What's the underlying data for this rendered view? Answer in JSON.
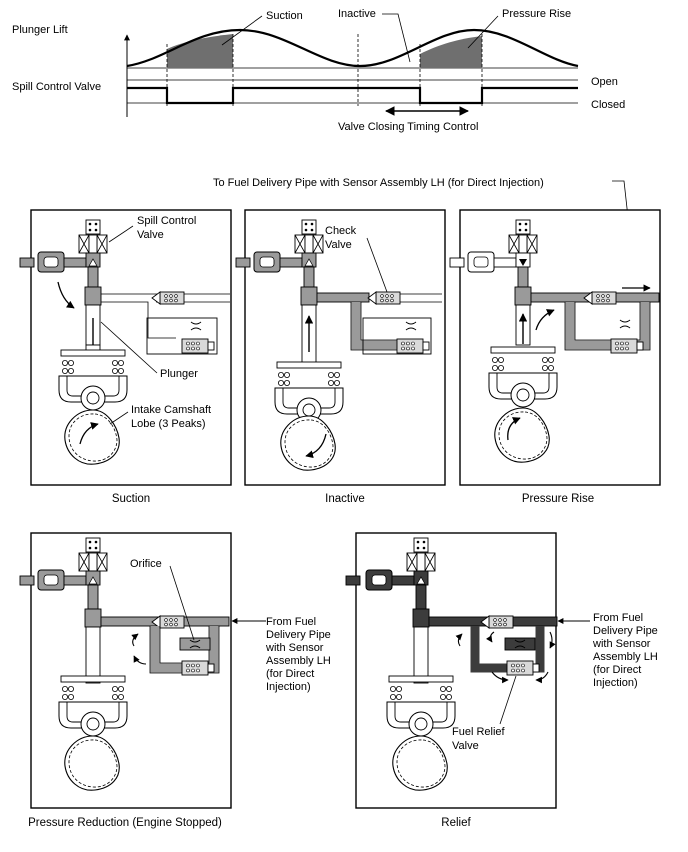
{
  "timing_chart": {
    "row_plunger_lift": "Plunger Lift",
    "row_spill_control_valve": "Spill Control Valve",
    "label_suction": "Suction",
    "label_inactive": "Inactive",
    "label_pressure_rise": "Pressure Rise",
    "label_open": "Open",
    "label_closed": "Closed",
    "label_valve_closing_timing": "Valve Closing Timing Control"
  },
  "top_callout": "To Fuel Delivery Pipe with Sensor Assembly LH (for Direct Injection)",
  "panels": {
    "suction": {
      "caption": "Suction",
      "spill_valve_label": [
        "Spill Control",
        "Valve"
      ],
      "plunger_label": "Plunger",
      "camshaft_label": [
        "Intake Camshaft",
        "Lobe (3 Peaks)"
      ]
    },
    "inactive": {
      "caption": "Inactive",
      "check_valve_label": [
        "Check",
        "Valve"
      ]
    },
    "pressure_rise": {
      "caption": "Pressure Rise"
    },
    "pressure_reduction": {
      "caption": "Pressure Reduction (Engine Stopped)",
      "orifice_label": "Orifice",
      "from_pipe_label": [
        "From Fuel",
        "Delivery Pipe",
        "with Sensor",
        "Assembly LH",
        "(for Direct",
        "Injection)"
      ]
    },
    "relief": {
      "caption": "Relief",
      "relief_valve_label": [
        "Fuel Relief",
        "Valve"
      ],
      "from_pipe_label": [
        "From Fuel",
        "Delivery Pipe",
        "with Sensor",
        "Assembly LH",
        "(for Direct",
        "Injection)"
      ]
    }
  },
  "colors": {
    "fuel_light": "#9a9a9a",
    "fuel_dark": "#3c3c3c",
    "chart_fill": "#6f6f6f"
  }
}
